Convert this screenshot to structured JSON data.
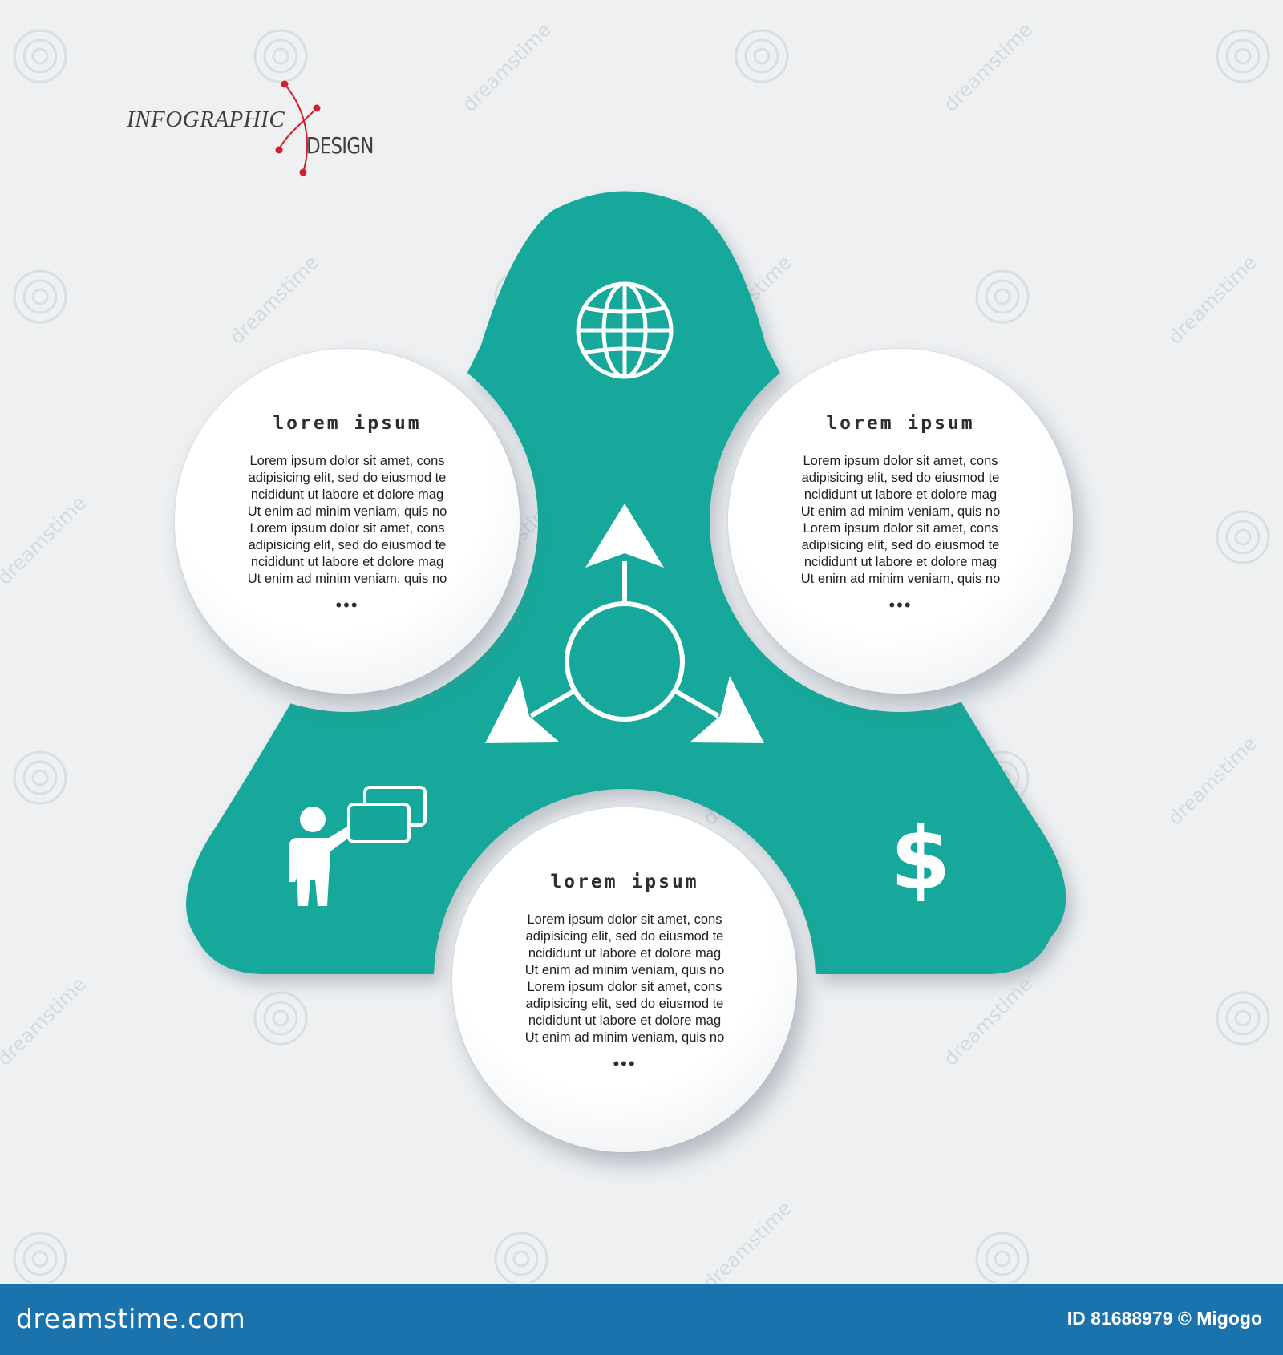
{
  "logo": {
    "word1": "INFOGRAPHIC",
    "word2": "DESIGN",
    "accent": "#d0202f"
  },
  "colors": {
    "teal": "#15a89a",
    "circle": "#ffffff",
    "background": "#eef0f2",
    "footer": "#1b73ad"
  },
  "icons": {
    "top": "globe-icon",
    "center": "three-way-arrows-icon",
    "left": "presenter-board-icon",
    "right": "dollar-icon"
  },
  "dollar_symbol": "$",
  "circles": [
    {
      "title": "lorem ipsum",
      "body": "Lorem ipsum dolor sit amet, cons\nadipisicing elit, sed do eiusmod te\nncididunt ut labore et dolore mag\nUt enim ad minim veniam, quis no\nLorem ipsum dolor sit amet, cons\nadipisicing elit, sed do eiusmod te\nncididunt ut labore et dolore mag\nUt enim ad minim veniam, quis no",
      "more": "•••"
    },
    {
      "title": "lorem ipsum",
      "body": "Lorem ipsum dolor sit amet, cons\nadipisicing elit, sed do eiusmod te\nncididunt ut labore et dolore mag\nUt enim ad minim veniam, quis no\nLorem ipsum dolor sit amet, cons\nadipisicing elit, sed do eiusmod te\nncididunt ut labore et dolore mag\nUt enim ad minim veniam, quis no",
      "more": "•••"
    },
    {
      "title": "lorem ipsum",
      "body": "Lorem ipsum dolor sit amet, cons\nadipisicing elit, sed do eiusmod te\nncididunt ut labore et dolore mag\nUt enim ad minim veniam, quis no\nLorem ipsum dolor sit amet, cons\nadipisicing elit, sed do eiusmod te\nncididunt ut labore et dolore mag\nUt enim ad minim veniam, quis no",
      "more": "•••"
    }
  ],
  "watermark": {
    "text": "dreamstime"
  },
  "footer": {
    "brand": "dreamstime.com",
    "id_text": "ID 81688979 © Migogo"
  }
}
